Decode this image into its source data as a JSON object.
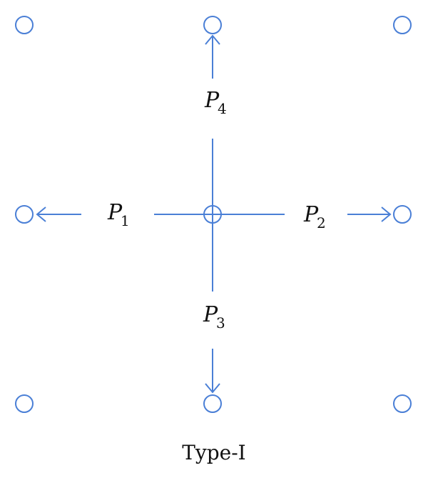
{
  "colors": {
    "stroke": "#4a7fd6",
    "text": "#111111"
  },
  "labels": {
    "p1": {
      "main": "P",
      "sub": "1"
    },
    "p2": {
      "main": "P",
      "sub": "2"
    },
    "p3": {
      "main": "P",
      "sub": "3"
    },
    "p4": {
      "main": "P",
      "sub": "4"
    }
  },
  "caption": "Type-I"
}
